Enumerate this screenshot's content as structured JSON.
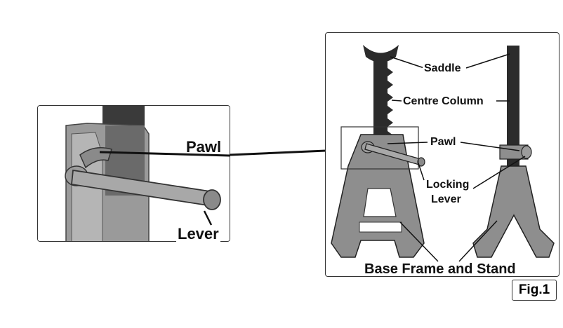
{
  "figure": {
    "badge": "Fig.1"
  },
  "labels": {
    "pawl_detail": "Pawl",
    "lever_detail": "Lever",
    "saddle": "Saddle",
    "centre_column": "Centre Column",
    "pawl": "Pawl",
    "locking_lever_line1": "Locking",
    "locking_lever_line2": "Lever",
    "base_frame": "Base Frame and Stand"
  },
  "colors": {
    "stand_grey": "#8e8e8e",
    "stand_light": "#b4b4b4",
    "column_dark": "#2b2b2b",
    "outline": "#222222"
  }
}
